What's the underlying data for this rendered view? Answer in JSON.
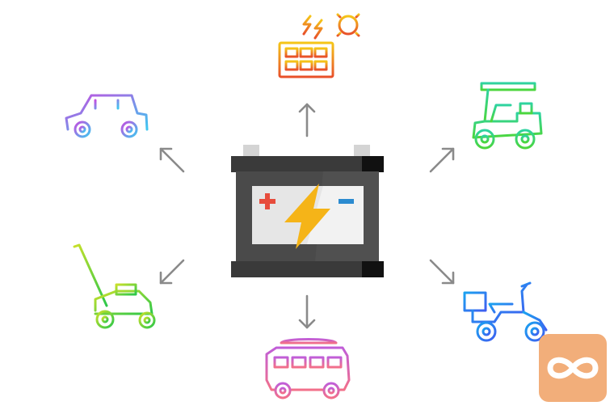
{
  "diagram": {
    "center": {
      "name": "car-battery",
      "symbols": [
        "+",
        "−"
      ],
      "icon": "lightning-bolt-icon"
    },
    "outputs": [
      {
        "name": "solar-panel",
        "icon": "solar-panel-icon",
        "direction": "up"
      },
      {
        "name": "golf-cart",
        "icon": "golf-cart-icon",
        "direction": "up-right"
      },
      {
        "name": "scooter",
        "icon": "scooter-icon",
        "direction": "down-right"
      },
      {
        "name": "camper-van",
        "icon": "camper-van-icon",
        "direction": "down"
      },
      {
        "name": "lawn-mower",
        "icon": "lawn-mower-icon",
        "direction": "down-left"
      },
      {
        "name": "car",
        "icon": "car-icon",
        "direction": "up-left"
      }
    ]
  },
  "badge": {
    "icon": "infinity-icon",
    "color": "#f2ae7a"
  },
  "colors": {
    "battery_body": "#4a4a4a",
    "battery_dark": "#2e2e2e",
    "battery_label": "#e6e6e6",
    "bolt": "#f5b418",
    "plus": "#e74c3c",
    "minus": "#2b8bd0",
    "arrow": "#8a8a8a"
  }
}
